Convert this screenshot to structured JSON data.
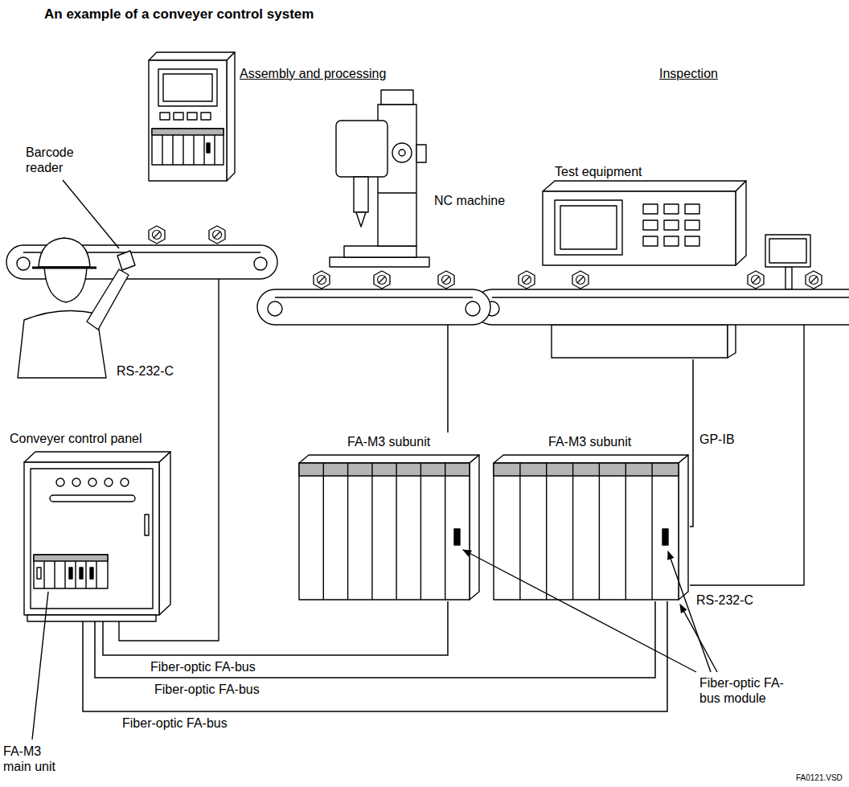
{
  "diagram": {
    "title": "An example of a conveyer control system",
    "nodes": [
      {
        "text": [
          "NC machine"
        ]
      },
      {
        "text": [
          "Test equipment"
        ]
      },
      {
        "text": [
          "Conveyer control panel"
        ]
      },
      {
        "text": [
          "FA-M3 subunit"
        ]
      },
      {
        "text": [
          "FA-M3 subunit"
        ]
      }
    ],
    "edges": [
      {
        "from": 0,
        "to": 3,
        "arrow": "none"
      },
      {
        "from": 1,
        "to": 4,
        "label": "GP-IB",
        "arrow": "none"
      },
      {
        "from": 2,
        "to": 3,
        "label": "Fiber-optic FA-bus",
        "arrow": "none"
      },
      {
        "from": 2,
        "to": 4,
        "label": "Fiber-optic FA-bus",
        "arrow": "none"
      },
      {
        "from": 2,
        "to": 4,
        "label": "Fiber-optic FA-bus",
        "arrow": "none"
      }
    ],
    "labels": [
      "Assembly and processing",
      "Inspection",
      "Barcode reader",
      "RS-232-C",
      "RS-232-C",
      "Fiber-optic FA-bus module",
      "FA-M3 main unit",
      "FA0121.VSD"
    ]
  }
}
